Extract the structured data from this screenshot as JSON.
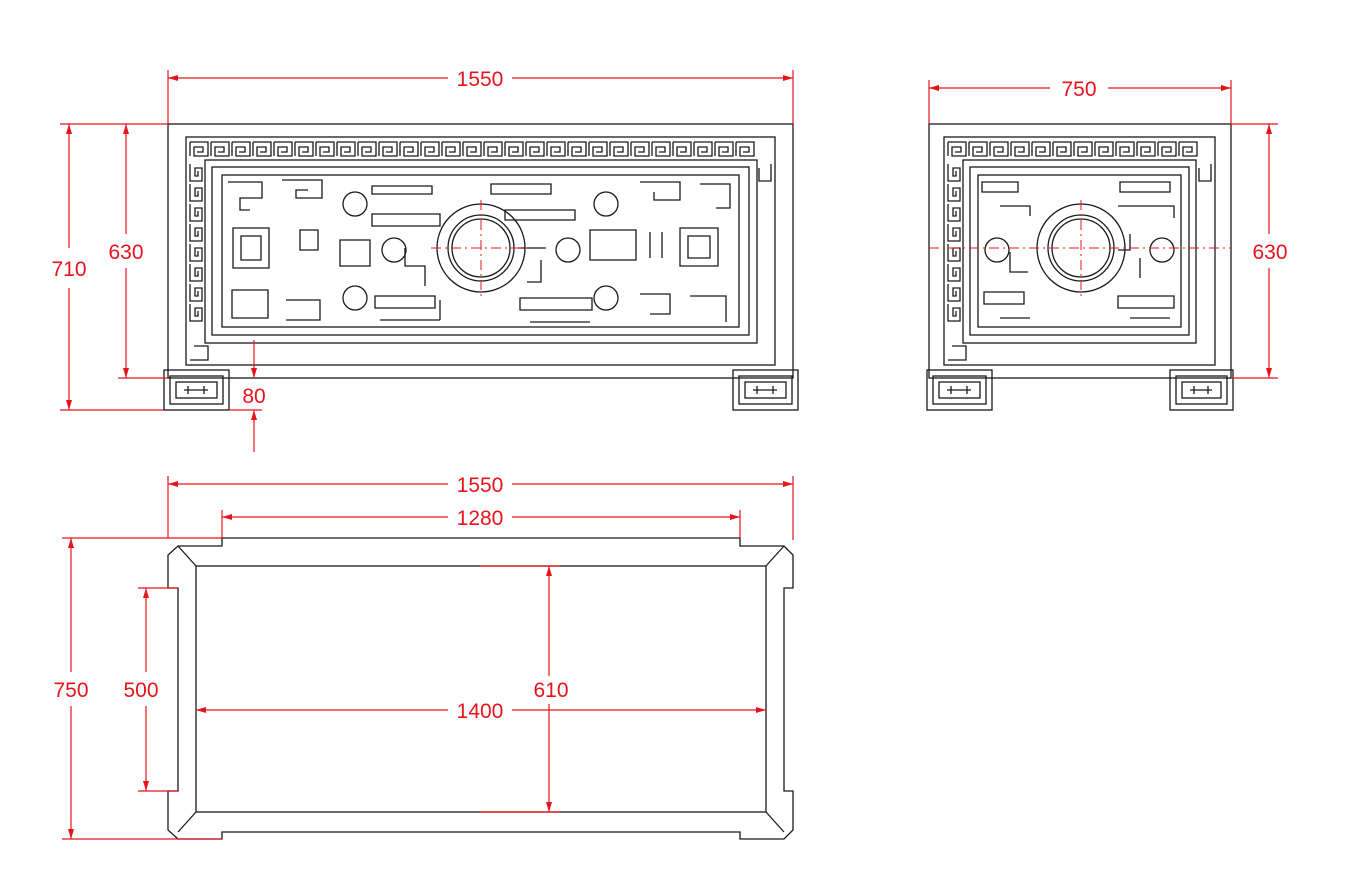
{
  "colors": {
    "dimension": "#e8141c",
    "outline": "#1a1a1a",
    "background": "#ffffff"
  },
  "front_view": {
    "width_label": "1550",
    "total_height_label": "710",
    "panel_height_label": "630",
    "foot_height_label": "80"
  },
  "side_view": {
    "width_label": "750",
    "panel_height_label": "630"
  },
  "top_view": {
    "outer_width_label": "1550",
    "rail_width_label": "1280",
    "outer_depth_label": "750",
    "side_rail_label": "500",
    "inner_width_label": "1400",
    "inner_depth_label": "610"
  }
}
